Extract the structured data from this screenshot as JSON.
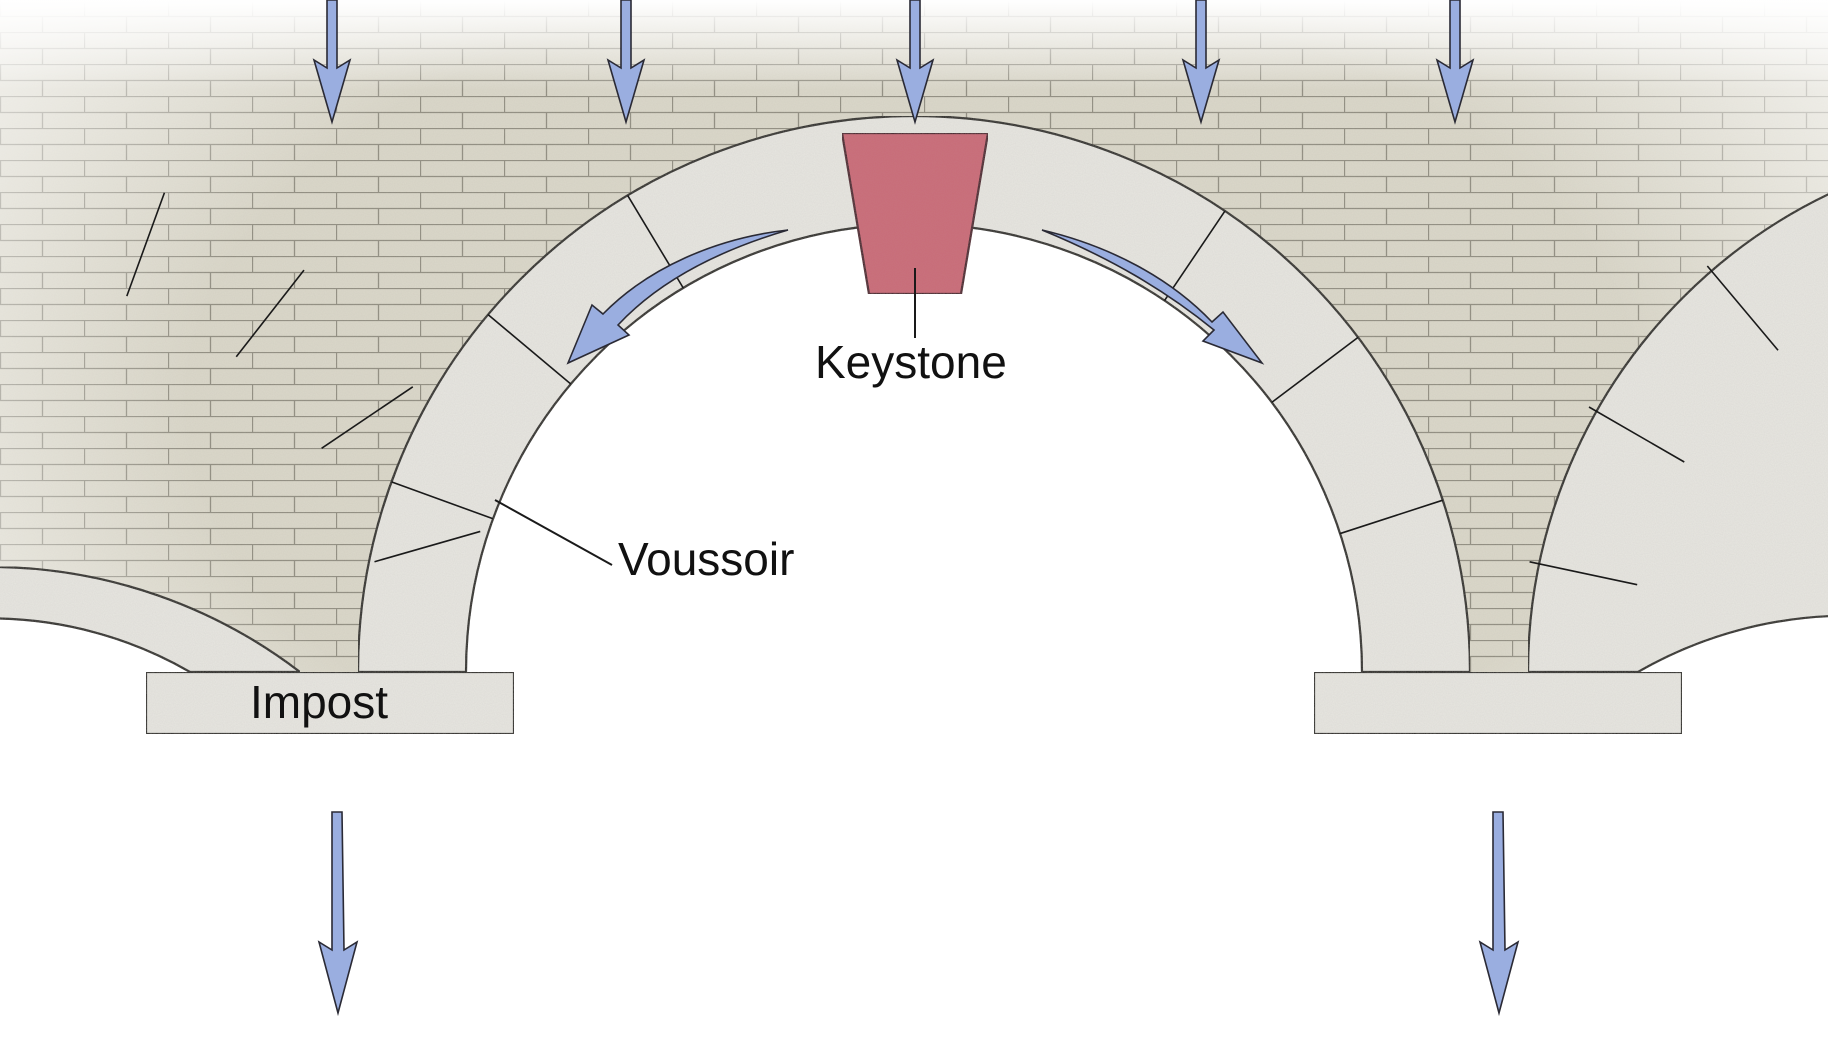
{
  "labels": {
    "keystone": "Keystone",
    "voussoir": "Voussoir",
    "impost": "Impost"
  },
  "colors": {
    "background": "#ffffff",
    "brick_wall": "#d9d6c8",
    "mortar": "#8f8c80",
    "voussoir_stone": "#e6e5e0",
    "keystone": "#c96d78",
    "arrow_fill": "#9aaee0",
    "outline": "#1a1a1a"
  },
  "icons": {
    "load_arrow": "down-arrow-icon",
    "thrust_arrow": "curved-arrow-icon"
  }
}
